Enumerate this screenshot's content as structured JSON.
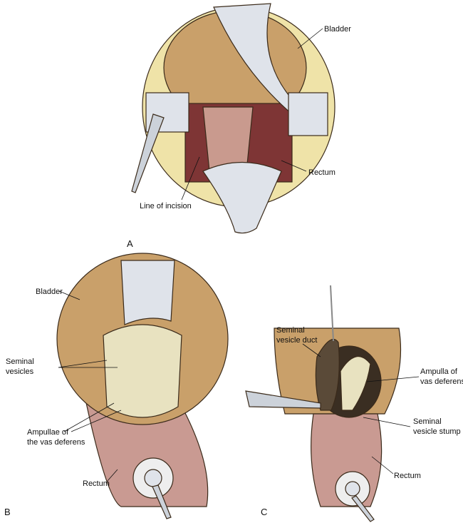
{
  "panels": {
    "a": {
      "letter": "A",
      "labels": {
        "bladder": "Bladder",
        "rectum": "Rectum",
        "line_of_incision": "Line of incision"
      }
    },
    "b": {
      "letter": "B",
      "labels": {
        "bladder": "Bladder",
        "seminal_vesicles_1": "Seminal",
        "seminal_vesicles_2": "vesicles",
        "ampullae_1": "Ampullae of",
        "ampullae_2": "the vas deferens",
        "rectum": "Rectum"
      }
    },
    "c": {
      "letter": "C",
      "labels": {
        "duct_1": "Seminal",
        "duct_2": "vesicle duct",
        "ampulla_1": "Ampulla of",
        "ampulla_2": "vas deferens",
        "stump_1": "Seminal",
        "stump_2": "vesicle stump",
        "rectum": "Rectum"
      }
    }
  },
  "colors": {
    "fat": "#efe3a8",
    "bladder": "#c9a06a",
    "muscle": "#8a3a3a",
    "rectum": "#c99a92",
    "retractor": "#dfe3ea",
    "vesicle": "#e8e2c0"
  }
}
